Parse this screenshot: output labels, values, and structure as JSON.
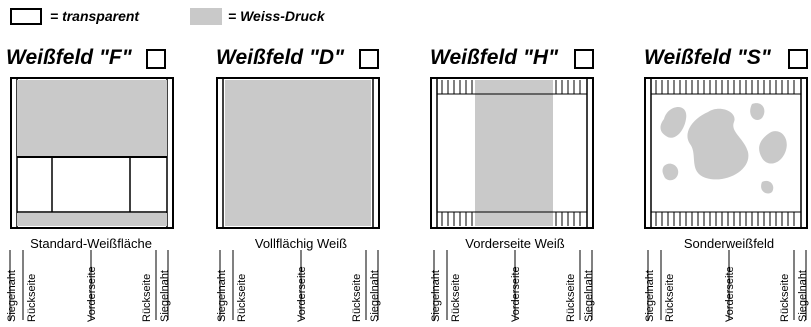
{
  "legend": {
    "transparent": "= transparent",
    "white_print": "= Weiss-Druck"
  },
  "colors": {
    "white_print": "#c9c9c9",
    "line": "#000000"
  },
  "panels": [
    {
      "title": "Weißfeld \"F\"",
      "caption": "Standard-Weißfläche",
      "labels": [
        "Siegelnaht",
        "Rückseite",
        "Vorderseite",
        "Rückseite",
        "Siegelnaht"
      ]
    },
    {
      "title": "Weißfeld \"D\"",
      "caption": "Vollflächig Weiß",
      "labels": [
        "Siegelnaht",
        "Rückseite",
        "Vorderseite",
        "Rückseite",
        "Siegelnaht"
      ]
    },
    {
      "title": "Weißfeld \"H\"",
      "caption": "Vorderseite Weiß",
      "labels": [
        "Siegelnaht",
        "Rückseite",
        "Vorderseite",
        "Rückseite",
        "Siegelnaht"
      ]
    },
    {
      "title": "Weißfeld \"S\"",
      "caption": "Sonderweißfeld",
      "labels": [
        "Siegelnaht",
        "Rückseite",
        "Vorderseite",
        "Rückseite",
        "Siegelnaht"
      ]
    }
  ]
}
